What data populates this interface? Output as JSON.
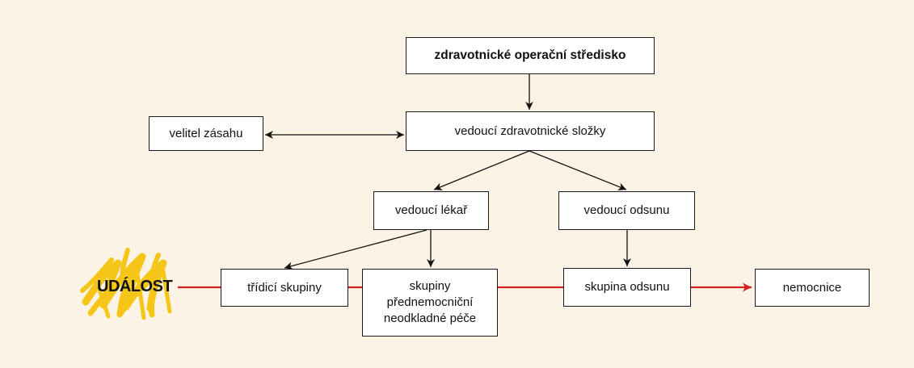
{
  "colors": {
    "background": "#fbf4e6",
    "box_border": "#1a1a1a",
    "flow_line": "#d42020",
    "event_scribble": "#f5c518"
  },
  "boxes": {
    "dispatch": "zdravotnické operační středisko",
    "commander": "velitel zásahu",
    "health_lead": "vedoucí zdravotnické složky",
    "lead_doctor": "vedoucí lékař",
    "evac_lead": "vedoucí odsunu",
    "triage": "třídicí skupiny",
    "prehospital": [
      "skupiny",
      "přednemocniční",
      "neodkladné péče"
    ],
    "evac_group": "skupina odsunu",
    "hospital": "nemocnice"
  },
  "event": {
    "label": "UDÁLOST",
    "icon": "scribble-burst-icon"
  }
}
